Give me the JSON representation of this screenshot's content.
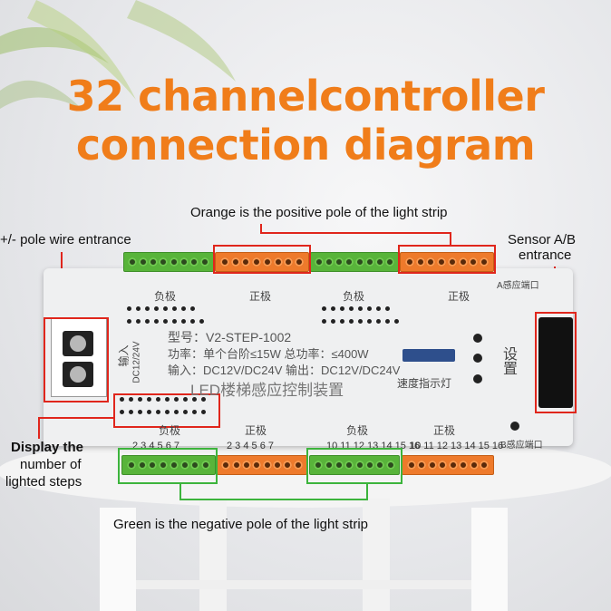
{
  "title_line1": "32 channelcontroller",
  "title_line2": "connection diagram",
  "note_orange": "Orange is the positive pole of the light strip",
  "note_green": "Green is the negative pole of the light strip",
  "note_pole_wire": "+/- pole wire entrance",
  "note_sensor_line1": "Sensor A/B",
  "note_sensor_line2": "entrance",
  "note_display_line1": "Display the",
  "note_display_line2": "number of",
  "note_display_line3": "lighted steps",
  "board": {
    "model": "型号：V2-STEP-1002",
    "power": "功率：单个台阶≤15W 总功率：≤400W",
    "io": "输入：DC12V/DC24V 输出：DC12V/DC24V",
    "name": "LED楼梯感应控制装置",
    "speed": "速度指示灯",
    "setting": "设置",
    "input_label": "输入",
    "input_voltage": "DC12/24V",
    "neg_top": "负极",
    "pos_top": "正极",
    "neg_bottom_left": "负极",
    "pos_bottom_left": "正极",
    "neg_bottom_right": "负极",
    "pos_bottom_right": "正极",
    "sensor_a": "A感应端口",
    "sensor_b": "B感应端口",
    "num_bl": "2  3  4  5  6  7",
    "num_bm": "10  11  12  13  14  15  16",
    "num_br": "10  11  12  13  14  15  16",
    "num_pos_l": "2  3  4  5  6  7"
  },
  "colors": {
    "orange": "#f07d1a",
    "green": "#58b43a",
    "red_box": "#e0261c",
    "green_box": "#3cb43c"
  }
}
